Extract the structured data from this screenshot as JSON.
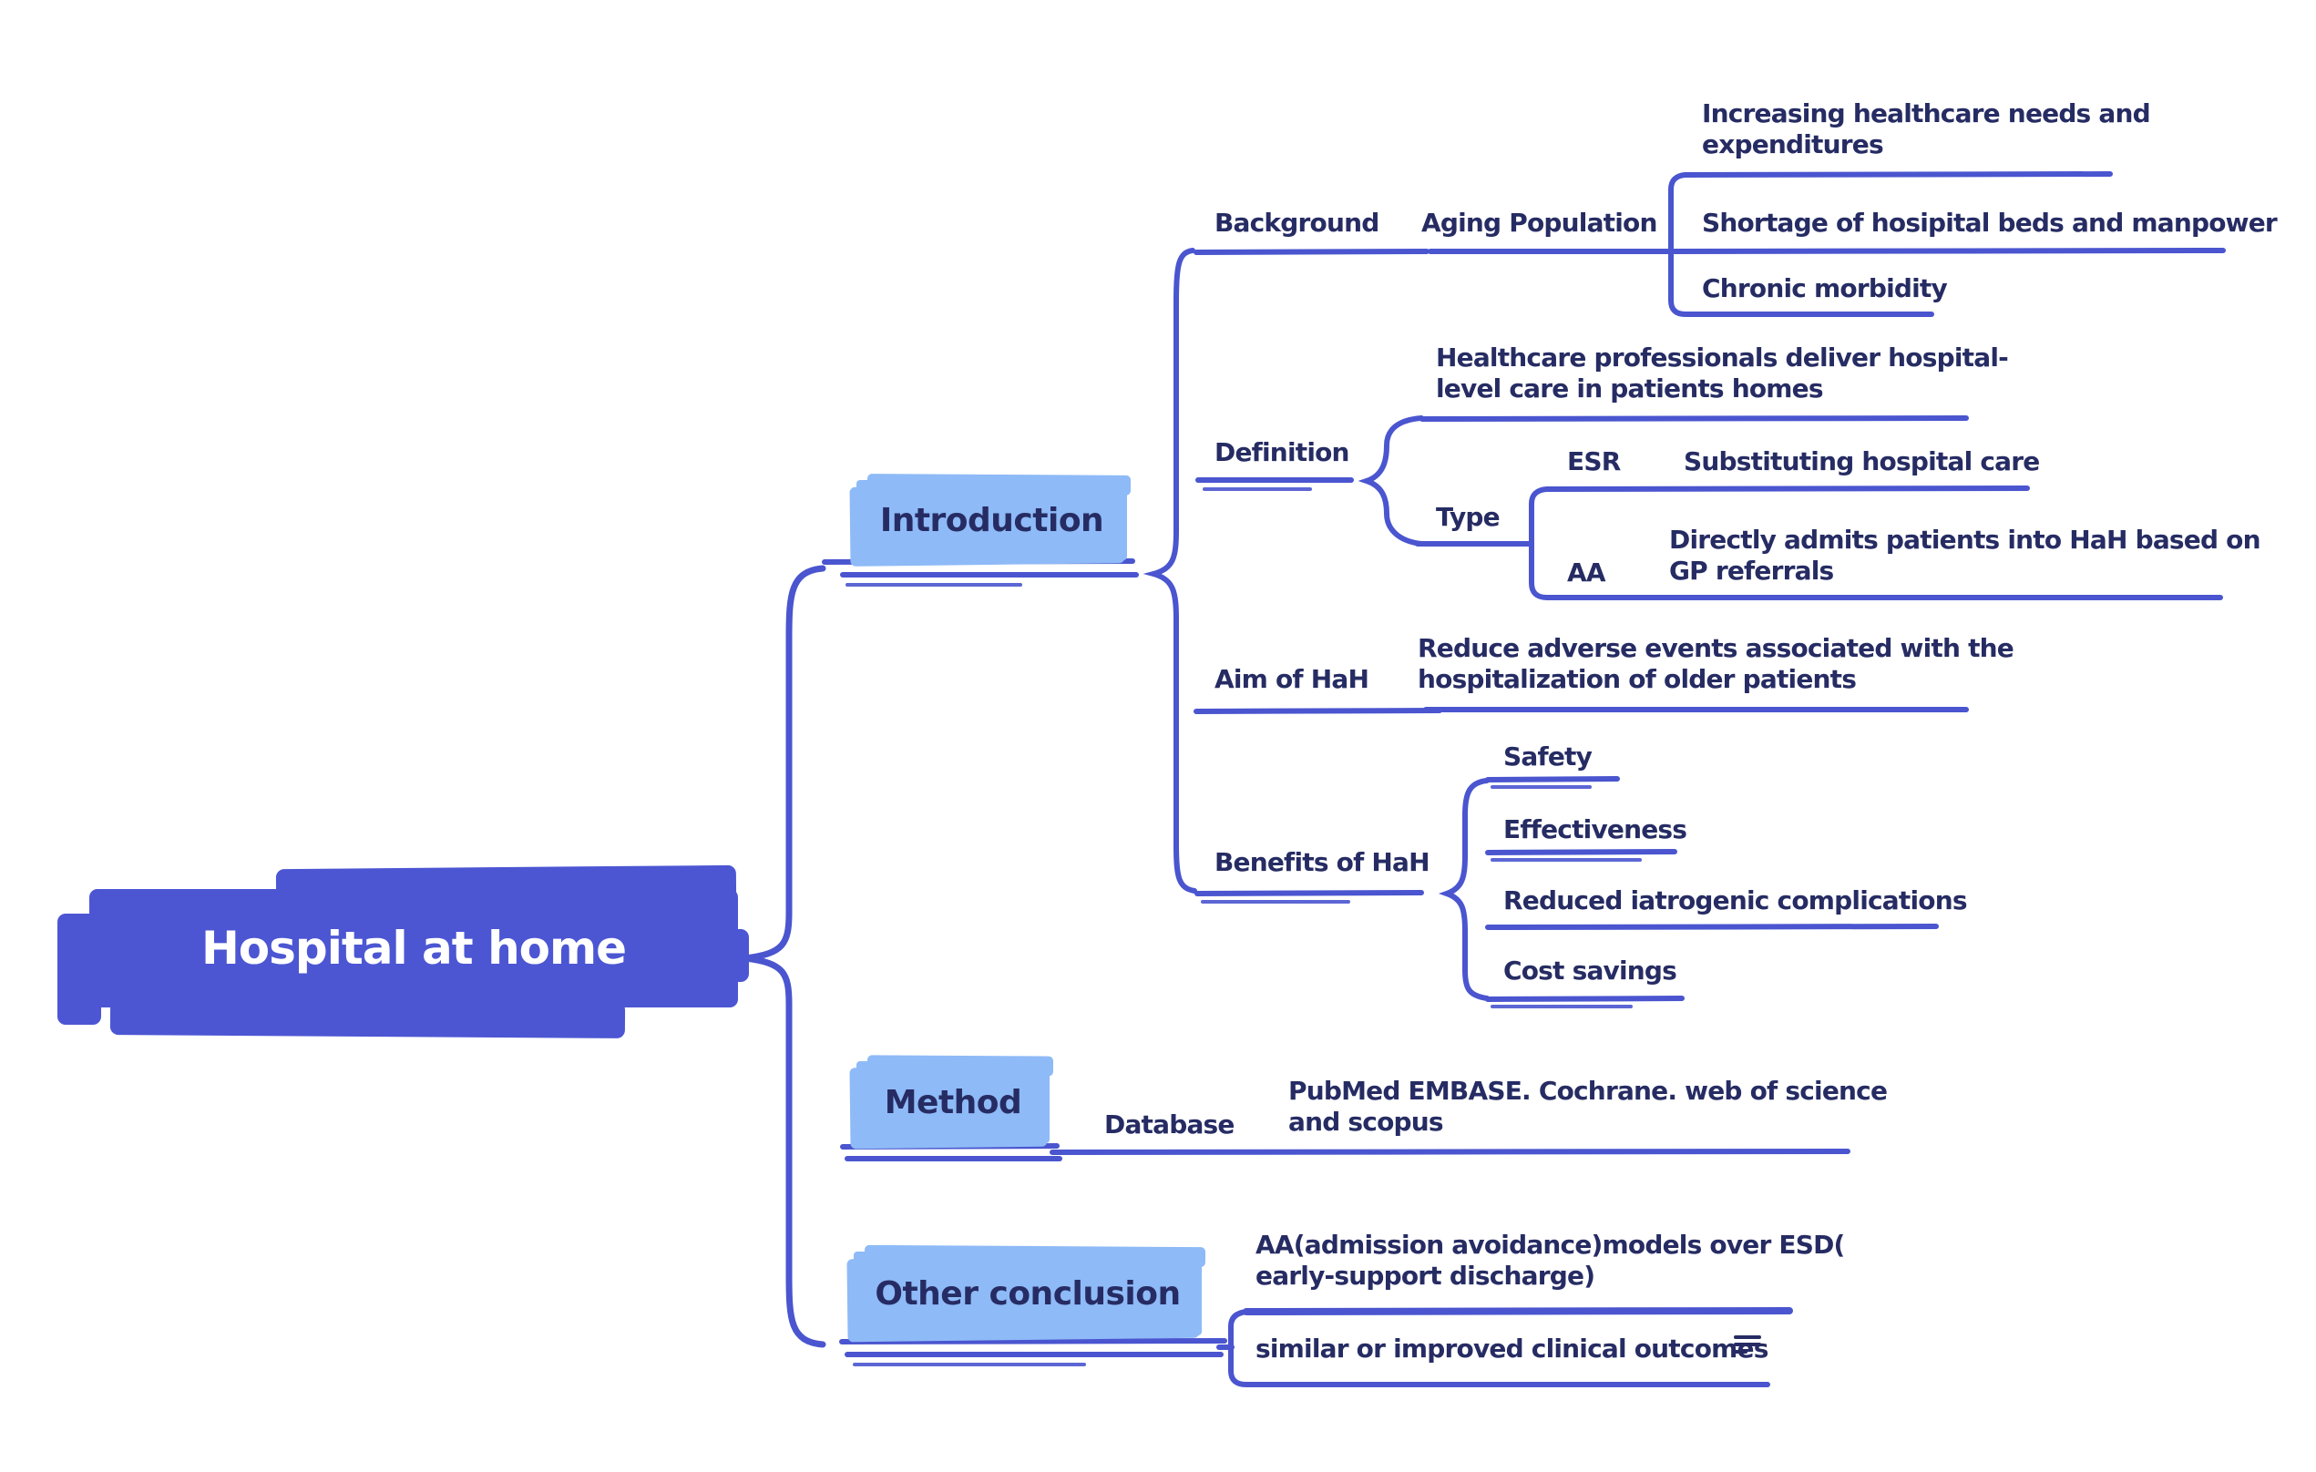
{
  "colors": {
    "root_fill": "#4c56d3",
    "node_fill": "#8ebaf7",
    "line": "#4a55cf",
    "text": "#262c63",
    "root_text": "#ffffff",
    "background": "#ffffff"
  },
  "root": {
    "label": "Hospital at home"
  },
  "introduction": {
    "label": "Introduction",
    "background": {
      "label": "Background",
      "aging_population": {
        "label": "Aging Population",
        "items": [
          "Increasing healthcare needs and\nexpenditures",
          "Shortage of hosipital beds and manpower",
          "Chronic morbidity"
        ]
      }
    },
    "definition": {
      "label": "Definition",
      "description": "Healthcare professionals deliver hospital-\nlevel care in patients homes",
      "type": {
        "label": "Type",
        "esr": {
          "label": "ESR",
          "description": "Substituting hospital care"
        },
        "aa": {
          "label": "AA",
          "description": "Directly admits patients into HaH based on\nGP referrals"
        }
      }
    },
    "aim_of_hah": {
      "label": "Aim of HaH",
      "description": "Reduce adverse events associated with the\nhospitalization of older patients"
    },
    "benefits_of_hah": {
      "label": "Benefits of HaH",
      "items": [
        "Safety",
        "Effectiveness",
        "Reduced  iatrogenic complications",
        "Cost savings"
      ]
    }
  },
  "method": {
    "label": "Method",
    "database": {
      "label": "Database",
      "description": "PubMed EMBASE. Cochrane. web of science\nand scopus"
    }
  },
  "other_conclusion": {
    "label": "Other conclusion",
    "items": [
      "AA(admission avoidance)models over ESD(\nearly-support discharge)",
      "similar or improved clinical outcomes"
    ],
    "note_icon": "notes-icon"
  }
}
